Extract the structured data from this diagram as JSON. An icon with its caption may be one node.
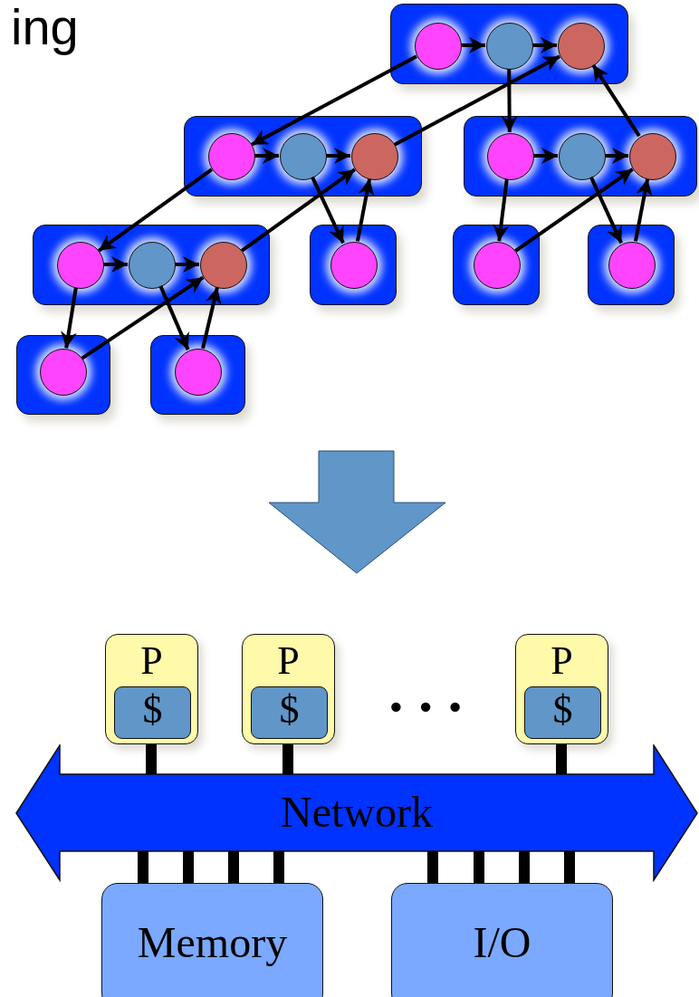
{
  "diagram": {
    "nodes": [
      {
        "text": [],
        "shape": "box"
      },
      {
        "text": [],
        "shape": "circle",
        "in": 0
      },
      {
        "text": [],
        "shape": "circle",
        "in": 0
      },
      {
        "text": [],
        "shape": "circle",
        "in": 0
      },
      {
        "text": [],
        "shape": "box"
      },
      {
        "text": [],
        "shape": "circle",
        "in": 4
      },
      {
        "text": [],
        "shape": "circle",
        "in": 4
      },
      {
        "text": [],
        "shape": "circle",
        "in": 4
      },
      {
        "text": [],
        "shape": "box"
      },
      {
        "text": [],
        "shape": "circle",
        "in": 8
      },
      {
        "text": [],
        "shape": "circle",
        "in": 8
      },
      {
        "text": [],
        "shape": "circle",
        "in": 8
      },
      {
        "text": [],
        "shape": "box"
      },
      {
        "text": [],
        "shape": "circle",
        "in": 12
      },
      {
        "text": [],
        "shape": "circle",
        "in": 12
      },
      {
        "text": [],
        "shape": "circle",
        "in": 12
      },
      {
        "text": [],
        "shape": "box"
      },
      {
        "text": [],
        "shape": "circle",
        "in": 16
      },
      {
        "text": [],
        "shape": "box"
      },
      {
        "text": [],
        "shape": "circle",
        "in": 18
      },
      {
        "text": [],
        "shape": "box"
      },
      {
        "text": [],
        "shape": "circle",
        "in": 20
      },
      {
        "text": [],
        "shape": "box"
      },
      {
        "text": [],
        "shape": "circle",
        "in": 22
      },
      {
        "text": [],
        "shape": "box"
      },
      {
        "text": [],
        "shape": "circle",
        "in": 24
      },
      {
        "text": [
          "P"
        ]
      },
      {
        "text": [
          "$"
        ],
        "in": 26
      },
      {
        "text": [
          "P"
        ]
      },
      {
        "text": [
          "$"
        ],
        "in": 28
      },
      {
        "text": [
          "P"
        ]
      },
      {
        "text": [
          "$"
        ],
        "in": 30
      },
      {
        "text": [
          "Network"
        ]
      },
      {
        "text": [
          "Memory"
        ]
      },
      {
        "text": [
          "I/O"
        ]
      }
    ],
    "edges": [
      {
        "from": 1,
        "to": 2,
        "arrow": "to"
      },
      {
        "from": 2,
        "to": 3,
        "arrow": "to"
      },
      {
        "from": 1,
        "to": 5,
        "arrow": "to"
      },
      {
        "from": 7,
        "to": 3,
        "arrow": "to"
      },
      {
        "from": 2,
        "to": 9,
        "arrow": "to"
      },
      {
        "from": 11,
        "to": 3,
        "arrow": "to"
      },
      {
        "from": 5,
        "to": 6,
        "arrow": "to"
      },
      {
        "from": 6,
        "to": 7,
        "arrow": "to"
      },
      {
        "from": 9,
        "to": 10,
        "arrow": "to"
      },
      {
        "from": 10,
        "to": 11,
        "arrow": "to"
      },
      {
        "from": 5,
        "to": 13,
        "arrow": "to"
      },
      {
        "from": 15,
        "to": 7,
        "arrow": "to"
      },
      {
        "from": 6,
        "to": 17,
        "arrow": "to"
      },
      {
        "from": 17,
        "to": 7,
        "arrow": "to"
      },
      {
        "from": 9,
        "to": 19,
        "arrow": "to"
      },
      {
        "from": 19,
        "to": 11,
        "arrow": "to"
      },
      {
        "from": 10,
        "to": 21,
        "arrow": "to"
      },
      {
        "from": 21,
        "to": 11,
        "arrow": "to"
      },
      {
        "from": 13,
        "to": 14,
        "arrow": "to"
      },
      {
        "from": 14,
        "to": 15,
        "arrow": "to"
      },
      {
        "from": 13,
        "to": 23,
        "arrow": "to"
      },
      {
        "from": 23,
        "to": 15,
        "arrow": "to"
      },
      {
        "from": 14,
        "to": 25,
        "arrow": "to"
      },
      {
        "from": 25,
        "to": 15,
        "arrow": "to"
      },
      {
        "from": 26,
        "to": 32,
        "arrow": "none",
        "style": "thick"
      },
      {
        "from": 28,
        "to": 32,
        "arrow": "none",
        "style": "thick"
      },
      {
        "from": 30,
        "to": 32,
        "arrow": "none",
        "style": "thick"
      },
      {
        "from": 33,
        "to": 32,
        "arrow": "none",
        "style": "thick"
      },
      {
        "from": 33,
        "to": 32,
        "arrow": "none",
        "style": "thick"
      },
      {
        "from": 33,
        "to": 32,
        "arrow": "none",
        "style": "thick"
      },
      {
        "from": 33,
        "to": 32,
        "arrow": "none",
        "style": "thick"
      },
      {
        "from": 34,
        "to": 32,
        "arrow": "none",
        "style": "thick"
      },
      {
        "from": 34,
        "to": 32,
        "arrow": "none",
        "style": "thick"
      },
      {
        "from": 34,
        "to": 32,
        "arrow": "none",
        "style": "thick"
      },
      {
        "from": 34,
        "to": 32,
        "arrow": "none",
        "style": "thick"
      }
    ],
    "labels": [
      "ing",
      "• • •"
    ]
  }
}
